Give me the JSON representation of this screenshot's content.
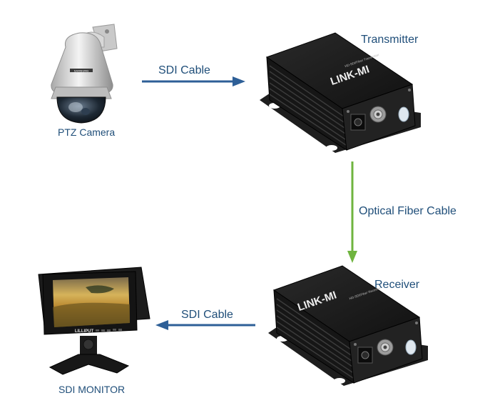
{
  "labels": {
    "camera": "PTZ Camera",
    "sdi_cable_top": "SDI Cable",
    "transmitter": "Transmitter",
    "optical_fiber": "Optical Fiber Cable",
    "receiver": "Receiver",
    "sdi_cable_bottom": "SDI Cable",
    "monitor": "SDI MONITOR"
  },
  "device": {
    "brand": "LINK-MI",
    "tx_model": "HD-SDI/Fiber Transmitter",
    "rx_model": "HD-SDI/Fiber Receiver"
  },
  "camera_brand": "SAMSUNG",
  "monitor_brand": "LILLIPUT",
  "colors": {
    "label": "#1f4e79",
    "sdi_arrow": "#2e5f97",
    "fiber_arrow": "#6fb43f",
    "device_body": "#1b1b1b"
  }
}
